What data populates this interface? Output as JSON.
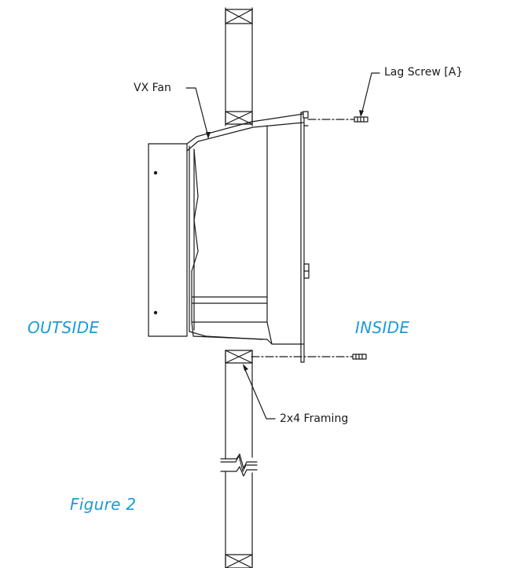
{
  "labels": {
    "vx_fan": "VX Fan",
    "lag_screw": "Lag Screw [A}",
    "framing": "2x4 Framing"
  },
  "sides": {
    "outside": "OUTSIDE",
    "inside": "INSIDE"
  },
  "figure": "Figure 2",
  "colors": {
    "line": "#1a1a1a",
    "accent": "#1b9ad6"
  }
}
